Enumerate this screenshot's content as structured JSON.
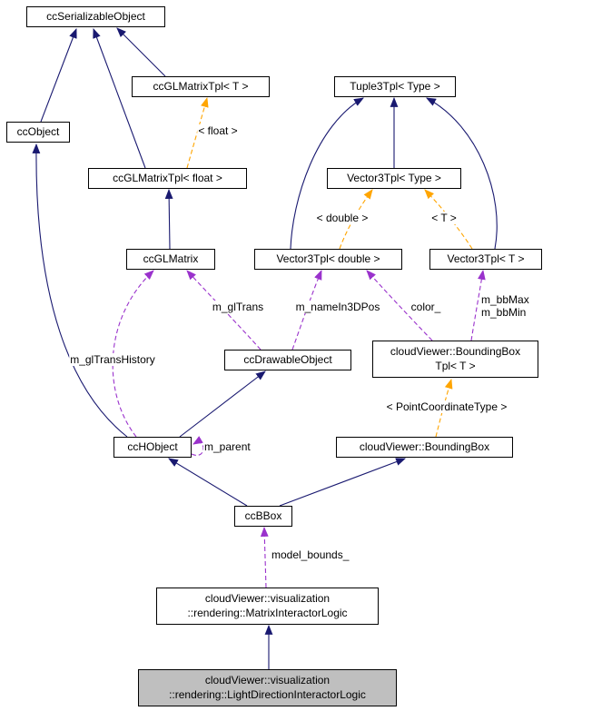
{
  "nodes": {
    "sobj": {
      "label": "ccSerializableObject"
    },
    "glmT": {
      "label": "ccGLMatrixTpl< T >"
    },
    "tuple": {
      "label": "Tuple3Tpl< Type >"
    },
    "ccobj": {
      "label": "ccObject"
    },
    "glmF": {
      "label": "ccGLMatrixTpl< float >"
    },
    "vecType": {
      "label": "Vector3Tpl< Type >"
    },
    "glm": {
      "label": "ccGLMatrix"
    },
    "vecD": {
      "label": "Vector3Tpl< double >"
    },
    "vecT": {
      "label": "Vector3Tpl< T >"
    },
    "draw": {
      "label": "ccDrawableObject"
    },
    "bbtpl": {
      "label": "cloudViewer::BoundingBox\nTpl< T >"
    },
    "hobj": {
      "label": "ccHObject"
    },
    "cvbb": {
      "label": "cloudViewer::BoundingBox"
    },
    "ccbbox": {
      "label": "ccBBox"
    },
    "matrix": {
      "label": "cloudViewer::visualization\n::rendering::MatrixInteractorLogic"
    },
    "light": {
      "label": "cloudViewer::visualization\n::rendering::LightDirectionInteractorLogic"
    }
  },
  "edge_labels": {
    "tfloat": "< float >",
    "tdouble": "< double >",
    "tT": "< T >",
    "m_glTrans": "m_glTrans",
    "m_nameIn3DPos": "m_nameIn3DPos",
    "color_": "color_",
    "m_bb": "m_bbMax\nm_bbMin",
    "m_glTransHistory": "m_glTransHistory",
    "pct": "< PointCoordinateType >",
    "m_parent": "m_parent",
    "model_bounds_": "model_bounds_"
  },
  "colors": {
    "inheritance_edge": "#191970",
    "member_edge": "#9a32cc",
    "template_edge": "#ffa500",
    "node_border": "#000000",
    "node_background": "#ffffff",
    "highlight_node_background": "#bfbfbf"
  }
}
